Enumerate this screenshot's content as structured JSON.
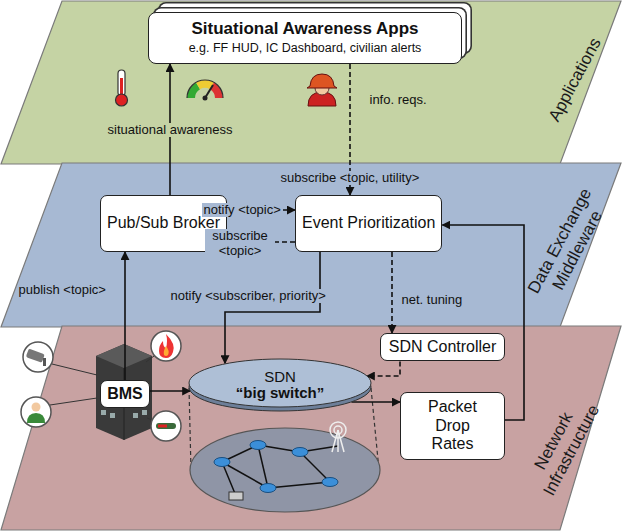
{
  "diagram": {
    "nodes": [
      {
        "text": [
          "Applications"
        ]
      },
      {
        "text": [
          "Situational Awareness Apps",
          "e.g. FF HUD, IC Dashboard, civilian alerts"
        ],
        "in": 0
      },
      {
        "text": [
          "Data Exchange Middleware"
        ]
      },
      {
        "text": [
          "Pub/Sub Broker"
        ],
        "in": 2
      },
      {
        "text": [
          "Event Prioritization"
        ],
        "in": 2
      },
      {
        "text": [
          "Network Infrastructure"
        ]
      },
      {
        "text": [
          "SDN Controller"
        ],
        "in": 5
      },
      {
        "text": [
          "BMS"
        ],
        "in": 5
      },
      {
        "text": [
          "SDN",
          "“big switch”"
        ],
        "in": 5
      },
      {
        "text": [
          "Packet Drop Rates"
        ],
        "in": 5
      }
    ],
    "edges": [
      {
        "from": 3,
        "to": 1,
        "arrow": "to",
        "label": "situational awareness"
      },
      {
        "from": 1,
        "to": 4,
        "arrow": "to",
        "label": "subscribe <topic, utility>"
      },
      {
        "from": 3,
        "to": 4,
        "arrow": "to",
        "label": "notify <topic>"
      },
      {
        "from": 4,
        "to": 3,
        "arrow": "to",
        "label": "subscribe <topic>"
      },
      {
        "from": 7,
        "to": 3,
        "arrow": "to",
        "label": "publish <topic>"
      },
      {
        "from": 4,
        "to": 8,
        "arrow": "to",
        "label": "notify <subscriber, priority>"
      },
      {
        "from": 4,
        "to": 6,
        "arrow": "to",
        "label": "net. tuning"
      },
      {
        "from": 6,
        "to": 8,
        "arrow": "to"
      },
      {
        "from": 7,
        "to": 8,
        "arrow": "to"
      },
      {
        "from": 8,
        "to": 9,
        "arrow": "to"
      },
      {
        "from": 9,
        "to": 4,
        "arrow": "to"
      }
    ],
    "labels": [
      "info. reqs."
    ]
  }
}
